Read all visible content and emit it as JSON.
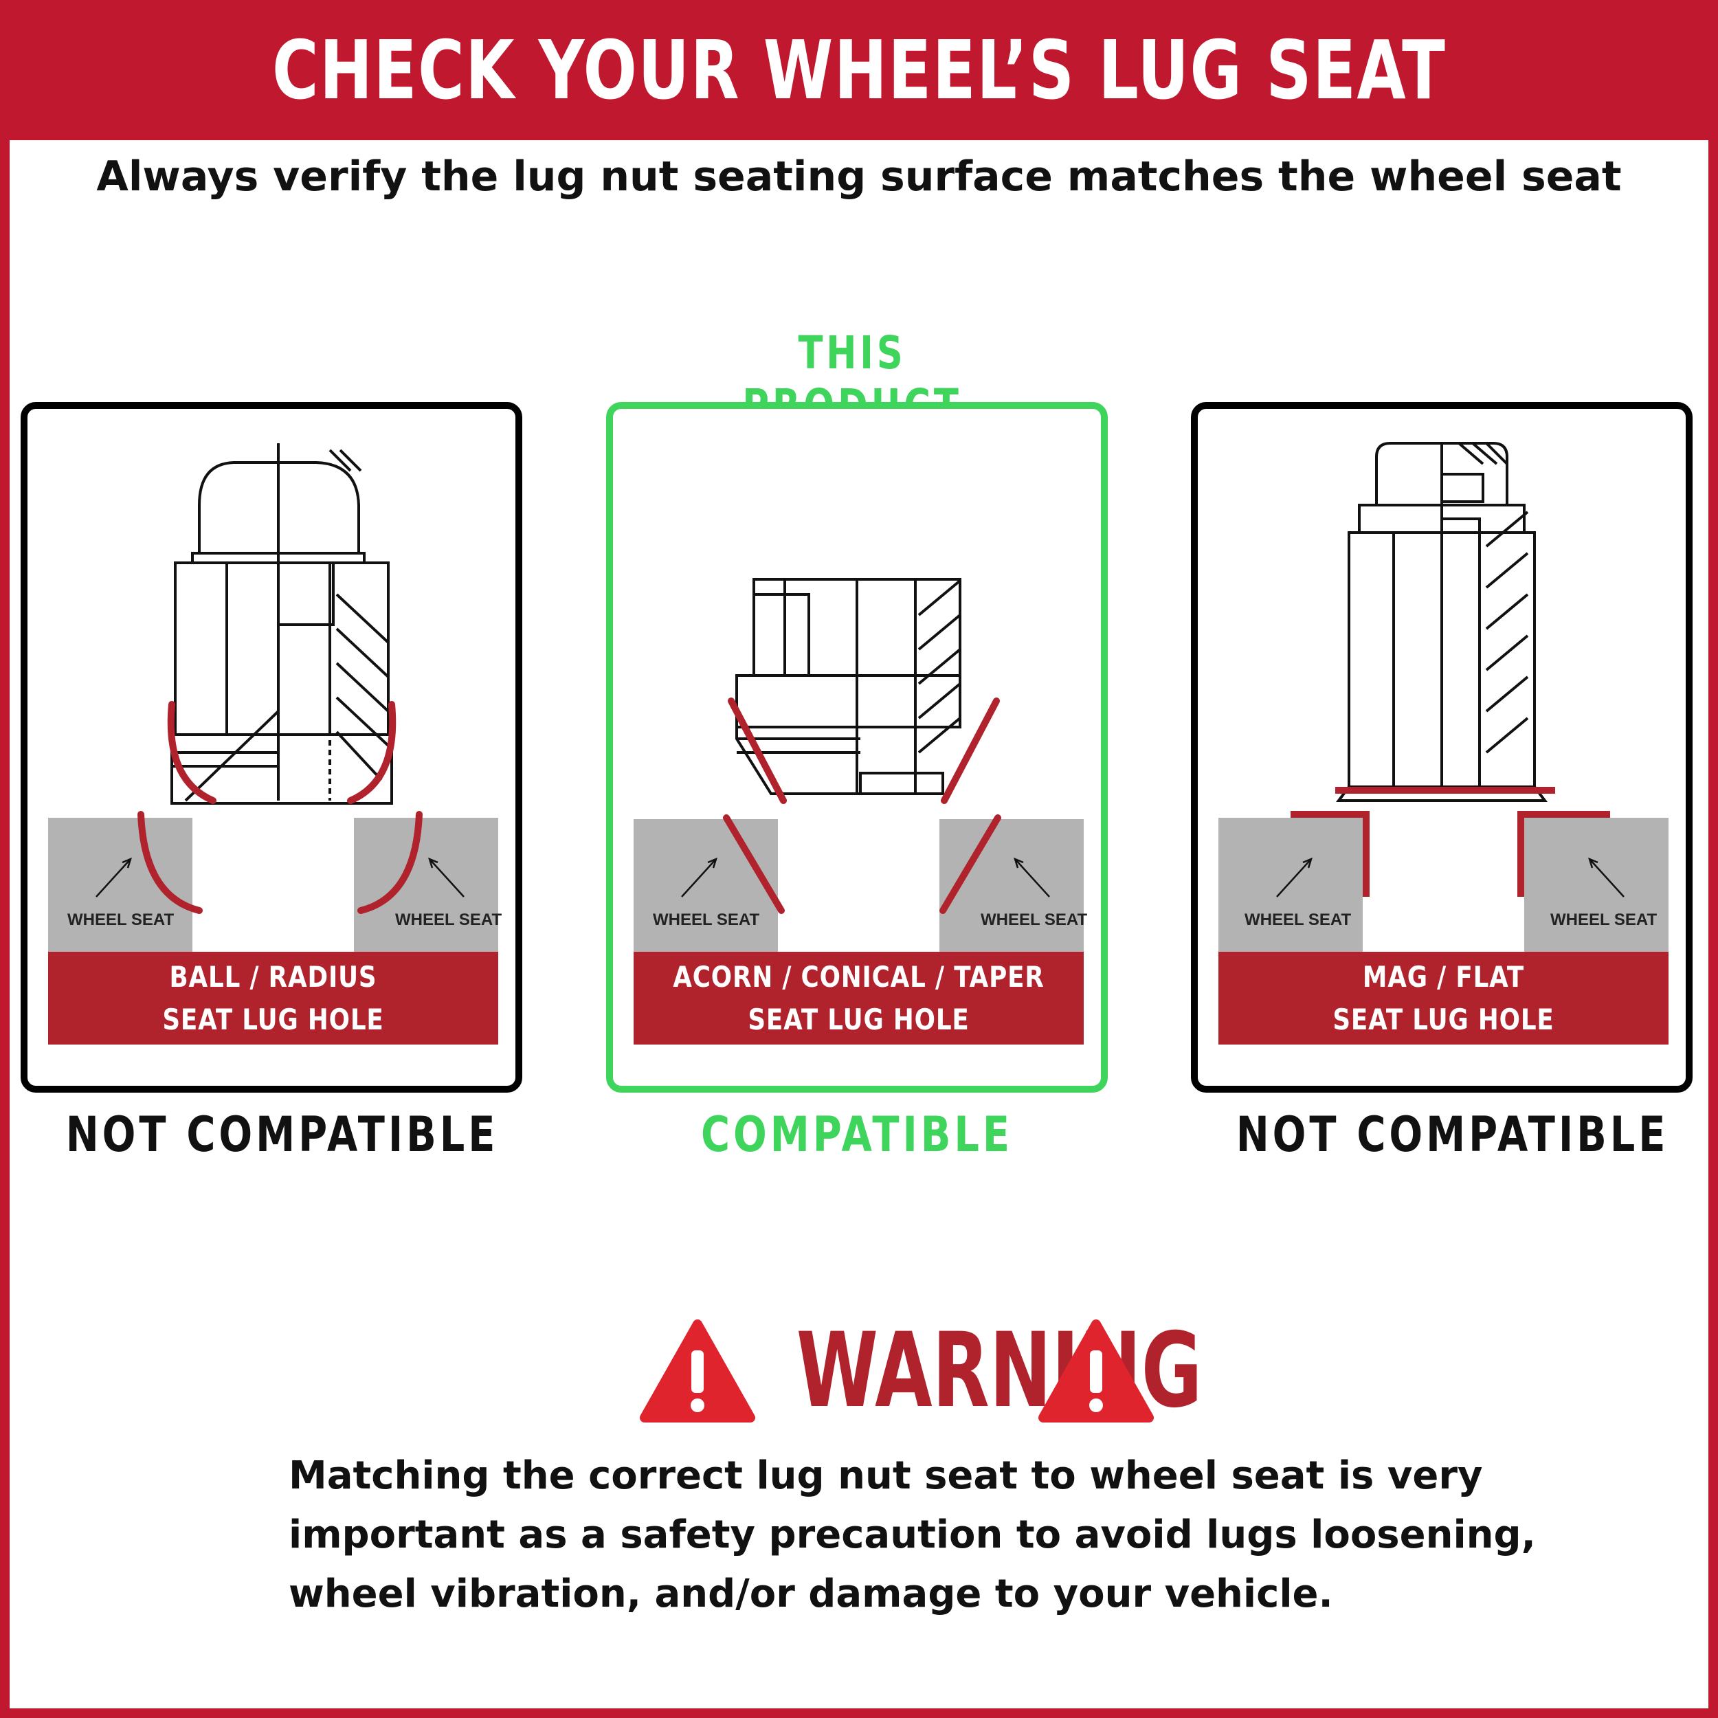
{
  "header": {
    "title": "CHECK YOUR WHEEL’S LUG SEAT"
  },
  "subtitle": "Always verify the lug nut seating surface matches the wheel seat",
  "this_product_label": "THIS PRODUCT",
  "wheel_seat_label": "WHEEL SEAT",
  "cards": [
    {
      "line1": "BALL / RADIUS",
      "line2": "SEAT LUG HOLE",
      "status": "NOT COMPATIBLE"
    },
    {
      "line1": "ACORN / CONICAL / TAPER",
      "line2": "SEAT LUG HOLE",
      "status": "COMPATIBLE"
    },
    {
      "line1": "MAG / FLAT",
      "line2": "SEAT LUG HOLE",
      "status": "NOT COMPATIBLE"
    }
  ],
  "warning": {
    "title": "WARNING",
    "icon": "warning-triangle-icon",
    "text": "Matching the correct lug nut seat to wheel seat is very important as a safety precaution to avoid lugs loosening, wheel vibration, and/or damage to your vehicle."
  },
  "colors": {
    "brand_red": "#c0192f",
    "seat_red": "#b0232d",
    "compatible_green": "#3fd45c",
    "seat_gray": "#b3b3b3"
  }
}
